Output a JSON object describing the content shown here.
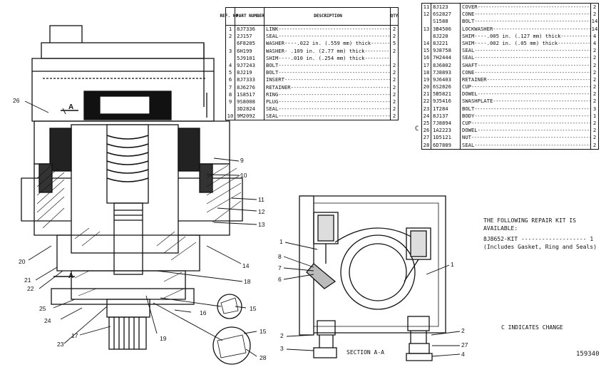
{
  "table1": {
    "headers": {
      "ref": "REF. NO.",
      "part": "PART NUMBER",
      "desc": "DESCRIPTION",
      "qty": "QTY"
    },
    "rows": [
      {
        "ref": "1",
        "part": "8J7336",
        "desc": "LINK",
        "qty": "2"
      },
      {
        "ref": "2",
        "part": "2J157",
        "desc": "SEAL",
        "qty": "2"
      },
      {
        "ref": "",
        "part": "6F8205",
        "desc": "WASHER----.022 in. (.559 mm) thick",
        "qty": "5"
      },
      {
        "ref": "3",
        "part": "6H199",
        "desc": "WASHER- .109 in. (2.77 mm) thick",
        "qty": "2"
      },
      {
        "ref": "",
        "part": "5J9101",
        "desc": "SHIM----.010 in. (.254 mm) thick",
        "qty": ""
      },
      {
        "ref": "4",
        "part": "9J7243",
        "desc": "BOLT",
        "qty": "2"
      },
      {
        "ref": "5",
        "part": "8J219",
        "desc": "BOLT",
        "qty": "2"
      },
      {
        "ref": "6",
        "part": "8J7333",
        "desc": "INSERT",
        "qty": "2"
      },
      {
        "ref": "7",
        "part": "8J6276",
        "desc": "RETAINER",
        "qty": "2"
      },
      {
        "ref": "8",
        "part": "1S8517",
        "desc": "RING",
        "qty": "2"
      },
      {
        "ref": "9",
        "part": "9S8008",
        "desc": "PLUG",
        "qty": "2"
      },
      {
        "ref": "",
        "part": "3D2824",
        "desc": "SEAL",
        "qty": "2"
      },
      {
        "ref": "10",
        "part": "9M2092",
        "desc": "SEAL",
        "qty": "2"
      }
    ]
  },
  "table2": {
    "rows": [
      {
        "ref": "11",
        "part": "8J123",
        "desc": "COVER",
        "qty": "2"
      },
      {
        "ref": "12",
        "part": "6S2827",
        "desc": "CONE",
        "qty": "2"
      },
      {
        "ref": "",
        "part": "S1588",
        "desc": "BOLT",
        "qty": "14"
      },
      {
        "ref": "13",
        "part": "3B4506",
        "desc": "LOCKWASHER",
        "qty": "14"
      },
      {
        "ref": "",
        "part": "8J220",
        "desc": "SHIM----.005 in. (.127 mm) thick",
        "qty": "4"
      },
      {
        "ref": "14",
        "part": "8J221",
        "desc": "SHIM----.002 in. (.05 mm) thick",
        "qty": "4"
      },
      {
        "ref": "15",
        "part": "9J8758",
        "desc": "SEAL",
        "qty": "2"
      },
      {
        "ref": "16",
        "part": "7H2444",
        "desc": "SEAL",
        "qty": "2"
      },
      {
        "ref": "17",
        "part": "8J6802",
        "desc": "SHAFT",
        "qty": "2"
      },
      {
        "ref": "18",
        "part": "7J8893",
        "desc": "CONE",
        "qty": "2"
      },
      {
        "ref": "19",
        "part": "9J6403",
        "desc": "RETAINER",
        "qty": "2"
      },
      {
        "ref": "20",
        "part": "6S2826",
        "desc": "CUP",
        "qty": "2"
      },
      {
        "ref": "21",
        "part": "5B5821",
        "desc": "DOWEL",
        "qty": "2"
      },
      {
        "ref": "22",
        "part": "9J5416",
        "desc": "SWASHPLATE",
        "qty": "2"
      },
      {
        "ref": "23",
        "part": "1T284",
        "desc": "BOLT",
        "qty": "3"
      },
      {
        "ref": "24",
        "part": "8J137",
        "desc": "BODY",
        "qty": "1"
      },
      {
        "ref": "25",
        "part": "7J8894",
        "desc": "CUP",
        "qty": "2"
      },
      {
        "ref": "26",
        "part": "1A2223",
        "desc": "DOWEL",
        "qty": "2"
      },
      {
        "ref": "27",
        "part": "1D5121",
        "desc": "NUT",
        "qty": "2"
      },
      {
        "ref": "28",
        "part": "6D7889",
        "desc": "SEAL",
        "qty": "2"
      }
    ]
  },
  "change_marker": "C",
  "repair_kit": {
    "line1": "THE FOLLOWING REPAIR KIT IS",
    "line2": "AVAILABLE:",
    "kit": "8J8652-KIT",
    "kit_qty": "1",
    "includes": "(Includes Gasket, Ring and Seals)"
  },
  "change_note": "C INDICATES CHANGE",
  "section_label": "SECTION A-A",
  "figure_number": "159340",
  "callouts_main": [
    "26",
    "A",
    "9",
    "10",
    "11",
    "12",
    "13",
    "14",
    "20",
    "21",
    "A",
    "22",
    "18",
    "25",
    "24",
    "16",
    "15",
    "17",
    "23",
    "19",
    "15",
    "28"
  ],
  "callouts_section": [
    "1",
    "8",
    "7",
    "6",
    "1",
    "2",
    "3",
    "2",
    "27",
    "4"
  ]
}
